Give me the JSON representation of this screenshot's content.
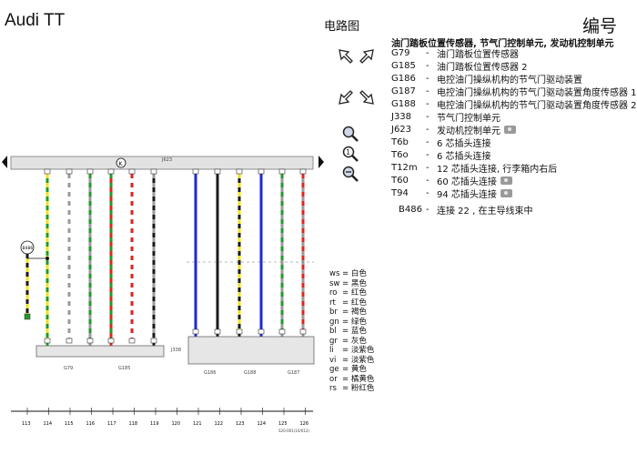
{
  "header": {
    "title": "Audi TT",
    "diagram_label": "电路图",
    "page_label": "编号"
  },
  "legend": {
    "heading": "油门踏板位置传感器, 节气门控制单元, 发动机控制单元",
    "items": [
      {
        "code": "G79",
        "text": "油门踏板位置传感器",
        "camera": false
      },
      {
        "code": "G185",
        "text": "油门踏板位置传感器 2",
        "camera": false
      },
      {
        "code": "G186",
        "text": "电控油门操纵机构的节气门驱动装置",
        "camera": false
      },
      {
        "code": "G187",
        "text": "电控油门操纵机构的节气门驱动装置角度传感器 1",
        "camera": false
      },
      {
        "code": "G188",
        "text": "电控油门操纵机构的节气门驱动装置角度传感器 2",
        "camera": false
      },
      {
        "code": "J338",
        "text": "节气门控制单元",
        "camera": false
      },
      {
        "code": "J623",
        "text": "发动机控制单元",
        "camera": true
      },
      {
        "code": "T6b",
        "text": "6 芯插头连接",
        "camera": false
      },
      {
        "code": "T6o",
        "text": "6 芯插头连接",
        "camera": false
      },
      {
        "code": "T12m",
        "text": "12 芯插头连接, 行李箱内右后",
        "camera": false
      },
      {
        "code": "T60",
        "text": "60 芯插头连接",
        "camera": true
      },
      {
        "code": "T94",
        "text": "94 芯插头连接",
        "camera": true
      },
      {
        "code": "B486",
        "text": "连接 22 , 在主导线束中",
        "camera": false
      }
    ]
  },
  "colors": [
    {
      "code": "ws",
      "name": "白色"
    },
    {
      "code": "sw",
      "name": "黑色"
    },
    {
      "code": "ro",
      "name": "红色"
    },
    {
      "code": "rt",
      "name": "红色"
    },
    {
      "code": "br",
      "name": "褐色"
    },
    {
      "code": "gn",
      "name": "绿色"
    },
    {
      "code": "bl",
      "name": "蓝色"
    },
    {
      "code": "gr",
      "name": "灰色"
    },
    {
      "code": "li",
      "name": "淡紫色"
    },
    {
      "code": "vi",
      "name": "淡紫色"
    },
    {
      "code": "ge",
      "name": "黄色"
    },
    {
      "code": "or",
      "name": "橘黄色"
    },
    {
      "code": "rs",
      "name": "粉红色"
    }
  ],
  "diagram": {
    "ecu_label": "J623",
    "ground_symbol": "K",
    "throttle_label": "J338",
    "sensor_box_labels": [
      "G79",
      "G185"
    ],
    "throttle_box_labels": [
      "G186",
      "G188",
      "G187"
    ],
    "splice_label": "B486",
    "tick_numbers": [
      "113",
      "114",
      "115",
      "116",
      "117",
      "118",
      "119",
      "120",
      "121",
      "122",
      "123",
      "124",
      "125",
      "126"
    ],
    "footer_code": "S20-001(10/013)",
    "wire_colors": {
      "yellow": "#f2e01c",
      "green": "#1f9a2a",
      "red": "#e0241e",
      "blue": "#1e2ad0",
      "gray": "#9a9a9a",
      "black": "#1a1a1a"
    }
  }
}
